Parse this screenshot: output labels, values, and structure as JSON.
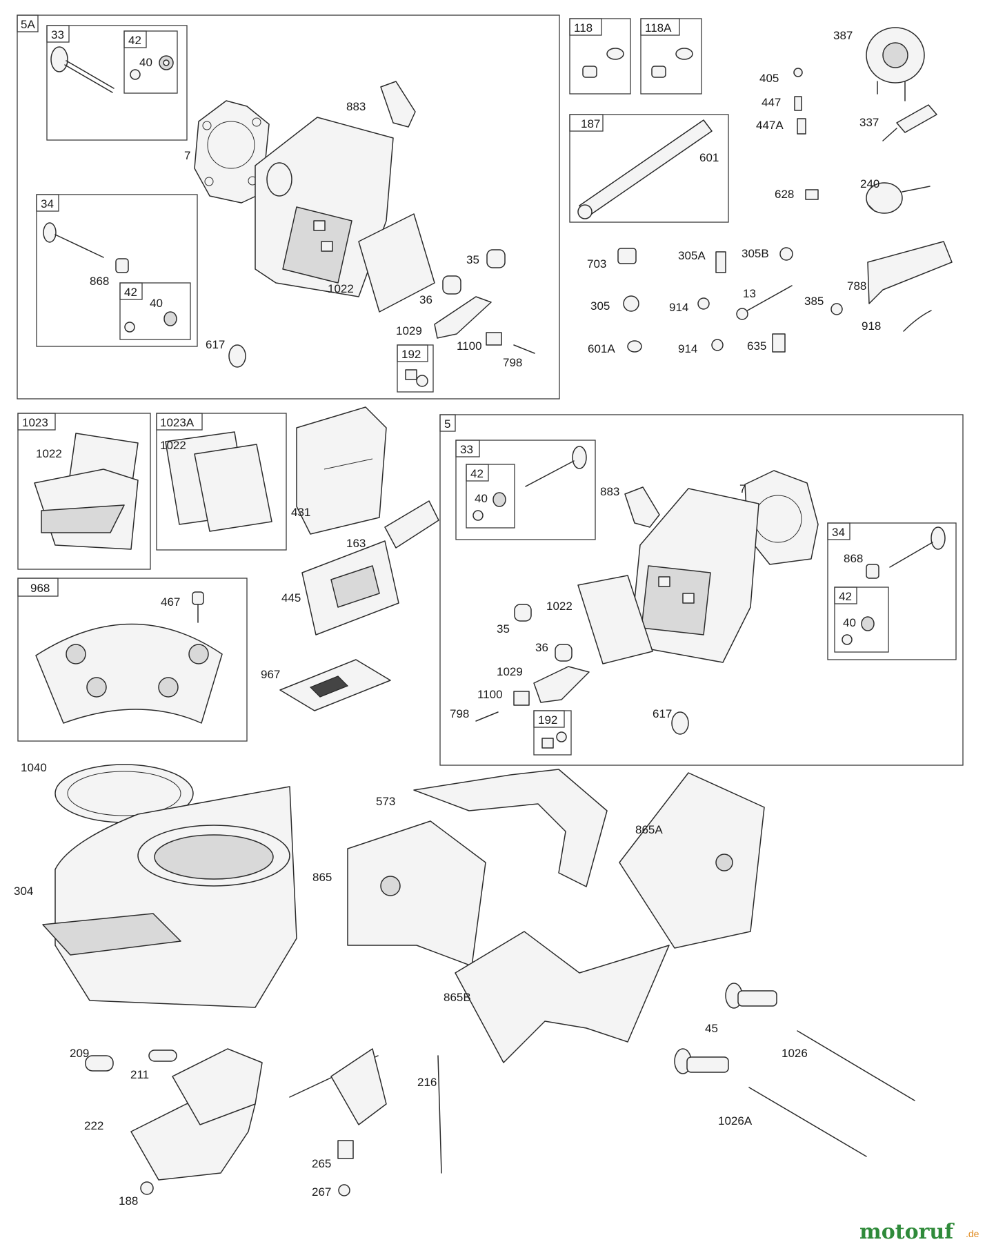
{
  "watermark": {
    "brand": "motoruf",
    "suffix": ".de",
    "color_primary": "#2f8a3a",
    "color_accent": "#e08a1e"
  },
  "colors": {
    "line": "#2b2b2b",
    "fill": "#f4f4f4",
    "shade": "#d9d9d9"
  },
  "box_tags": {
    "b5A": "5A",
    "b33a": "33",
    "b42a": "42",
    "b34a": "34",
    "b42b": "42",
    "b192a": "192",
    "b118": "118",
    "b118A": "118A",
    "b187": "187",
    "b1023": "1023",
    "b1023A": "1023A",
    "b968": "968",
    "b5": "5",
    "b33b": "33",
    "b42c": "42",
    "b34b": "34",
    "b42d": "42",
    "b192b": "192"
  },
  "callouts": {
    "c40a": "40",
    "c883a": "883",
    "c7a": "7",
    "c868a": "868",
    "c40b": "40",
    "c1022a": "1022",
    "c35a": "35",
    "c36a": "36",
    "c1029a": "1029",
    "c1100a": "1100",
    "c798a": "798",
    "c617a": "617",
    "c601": "601",
    "c405": "405",
    "c387": "387",
    "c447": "447",
    "c447A": "447A",
    "c337": "337",
    "c628": "628",
    "c240": "240",
    "c703": "703",
    "c305A": "305A",
    "c305B": "305B",
    "c305": "305",
    "c914a": "914",
    "c13": "13",
    "c385": "385",
    "c788": "788",
    "c918": "918",
    "c601A": "601A",
    "c914b": "914",
    "c635": "635",
    "c1022b": "1022",
    "c1022c": "1022",
    "c431": "431",
    "c163": "163",
    "c467": "467",
    "c445": "445",
    "c967": "967",
    "c40c": "40",
    "c883b": "883",
    "c7b": "7",
    "c868b": "868",
    "c40d": "40",
    "c1022d": "1022",
    "c35b": "35",
    "c36b": "36",
    "c1029b": "1029",
    "c1100b": "1100",
    "c798b": "798",
    "c617b": "617",
    "c1040": "1040",
    "c304": "304",
    "c865": "865",
    "c573": "573",
    "c865A": "865A",
    "c865B": "865B",
    "c45": "45",
    "c1026": "1026",
    "c1026A": "1026A",
    "c209": "209",
    "c211": "211",
    "c216": "216",
    "c222": "222",
    "c265": "265",
    "c267": "267",
    "c188": "188"
  }
}
